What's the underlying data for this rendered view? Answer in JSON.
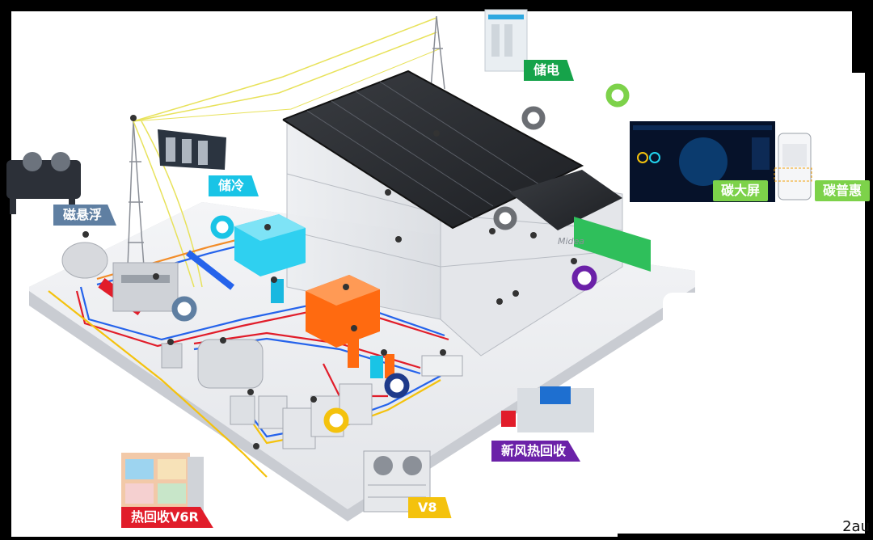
{
  "labels": {
    "storage_power": "储电",
    "cold_storage": "储冷",
    "maglev": "磁悬浮",
    "carbon_screen": "碳大屏",
    "carbon_benefit": "碳普惠",
    "fresh_air": "新风热回收",
    "heat_recovery": "热回收V6R",
    "v8": "V8"
  },
  "building_brand": "Midea",
  "corner_text": "2au",
  "colors": {
    "green": "#16a34a",
    "cyan": "#19c4e6",
    "slate": "#5f7fa2",
    "lime": "#7dd24a",
    "purple": "#6b21a8",
    "red": "#e11d2a",
    "yellow": "#f4c20d",
    "tank_cyan": "#2fd0f0",
    "tank_orange": "#ff6a10"
  },
  "icons": [
    "marker-pin-icon",
    "ring-marker-icon",
    "phone-icon",
    "dashboard-screen-icon",
    "hvac-unit-icon"
  ]
}
